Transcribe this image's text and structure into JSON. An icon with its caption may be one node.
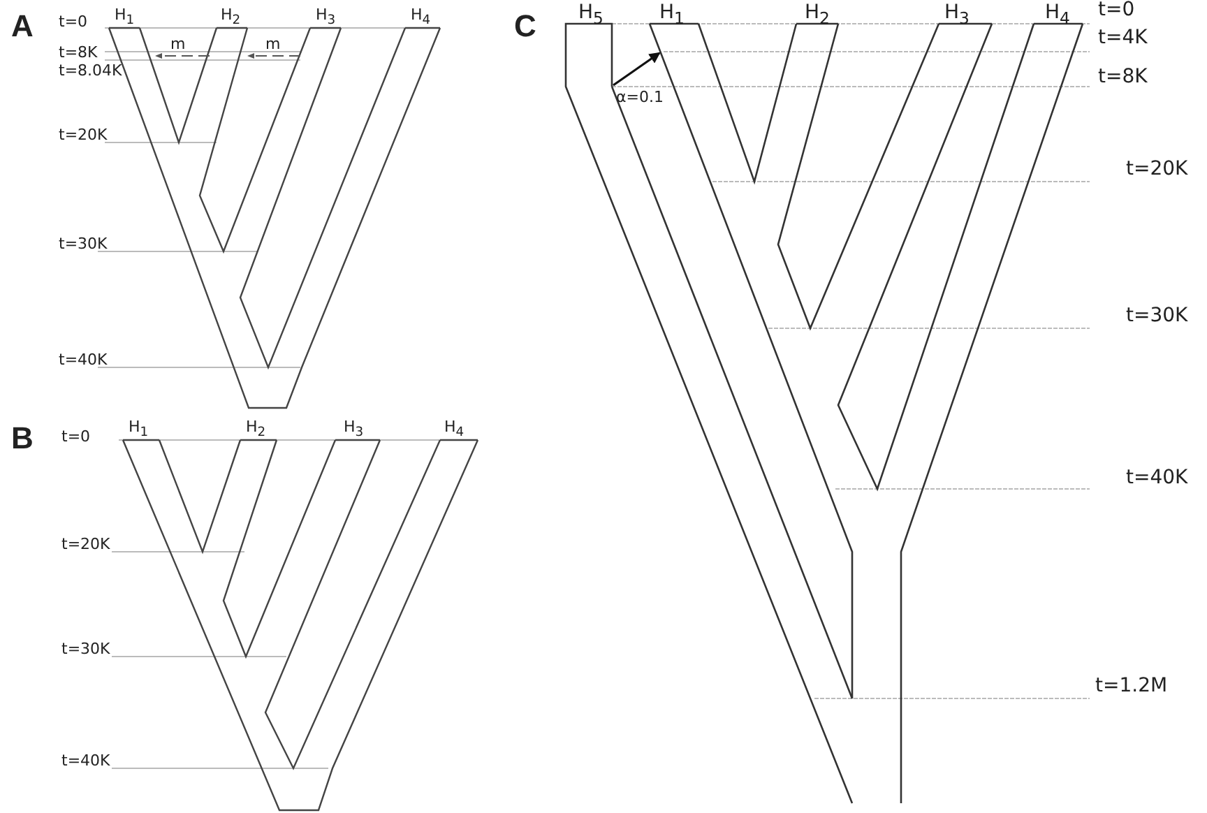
{
  "diagram": {
    "labels": [
      "A",
      "t=0",
      "H$_{1}$",
      "H$_{2}$",
      "H$_{3}$",
      "H$_{4}$",
      "t=8K",
      "m",
      "m",
      "t=8.04K",
      "t=20K",
      "t=30K",
      "t=40K",
      "B",
      "t=0",
      "H$_{1}$",
      "H$_{2}$",
      "H$_{3}$",
      "H$_{4}$",
      "t=20K",
      "t=30K",
      "t=40K",
      "C",
      "H$_{5}$",
      "H$_{1}$",
      "H$_{2}$",
      "H$_{3}$",
      "H$_{4}$",
      "t=0",
      "t=4K",
      "t=8K",
      "α=0.1",
      "t=20K",
      "t=30K",
      "t=40K",
      "t=1.2M"
    ]
  }
}
